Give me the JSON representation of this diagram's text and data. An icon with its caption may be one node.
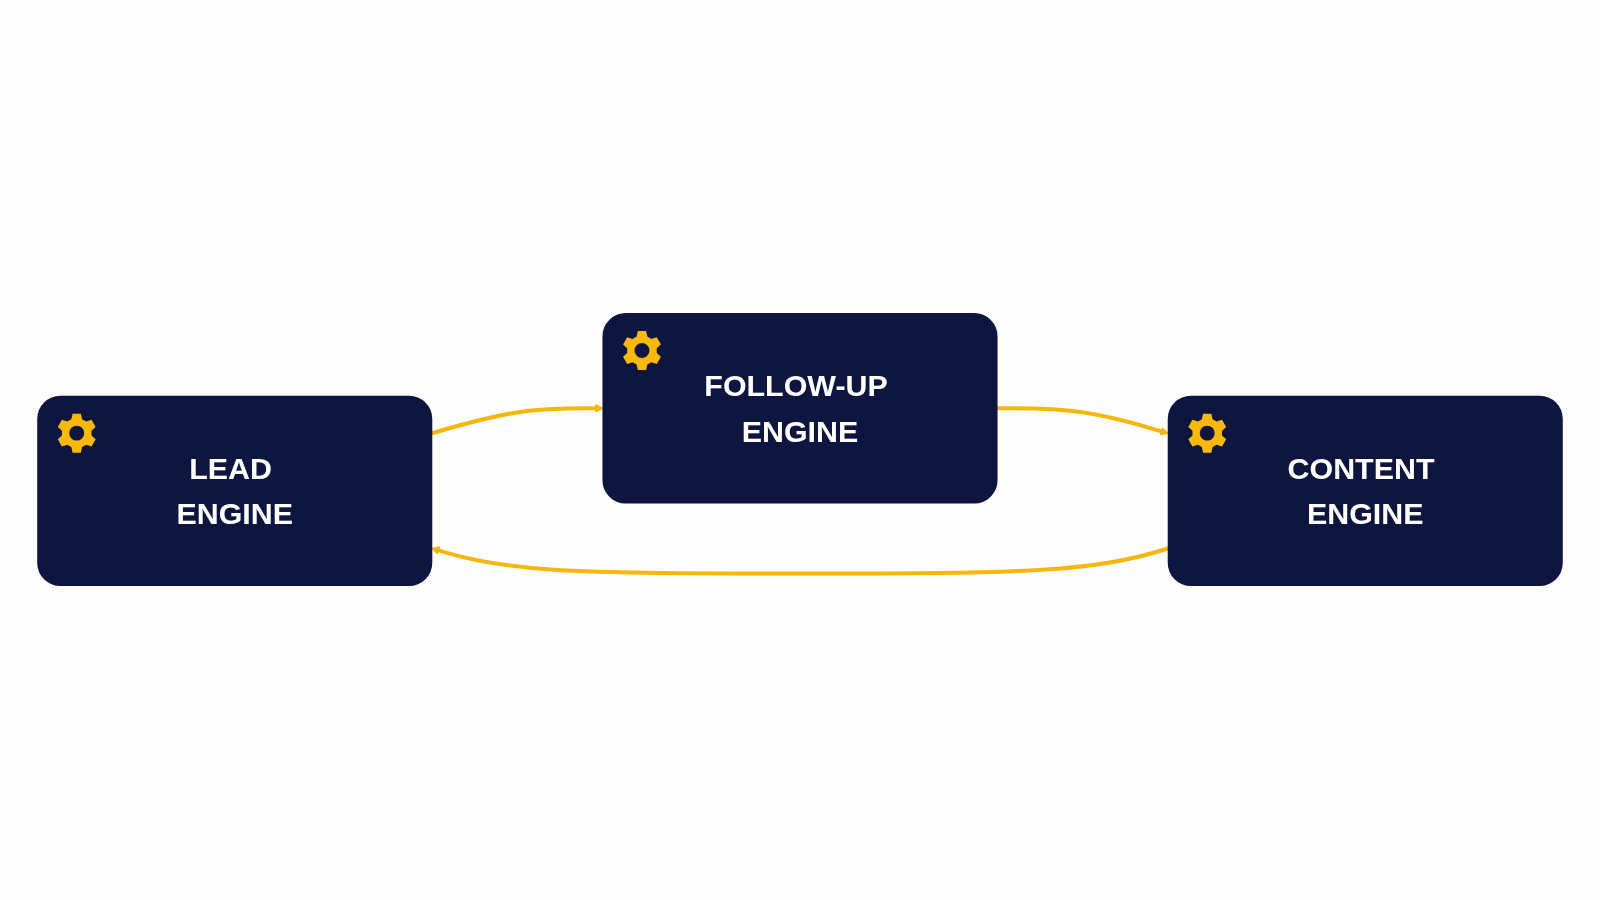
{
  "diagram": {
    "nodes": [
      {
        "text": [
          "LEAD ENGINE"
        ]
      },
      {
        "text": [
          "FOLLOW-UP ENGINE"
        ]
      },
      {
        "text": [
          "CONTENT ENGINE"
        ]
      }
    ],
    "edges": [
      {
        "from": 0,
        "to": 1,
        "arrow": "to"
      },
      {
        "from": 1,
        "to": 2,
        "arrow": "to"
      },
      {
        "from": 2,
        "to": 0,
        "arrow": "to"
      }
    ]
  }
}
